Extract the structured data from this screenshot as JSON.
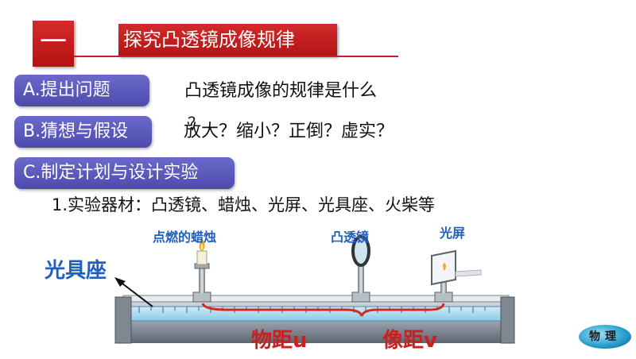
{
  "section": {
    "number": "一",
    "title": "探究凸透镜成像规律"
  },
  "steps": [
    {
      "label": "A.提出问题"
    },
    {
      "label": "B.猜想与假设"
    },
    {
      "label": "C.制定计划与设计实验"
    }
  ],
  "question": "凸透镜成像的规律是什么",
  "question_mark": "？",
  "guess": "放大？缩小？正倒？虚实？",
  "materials": "1.实验器材：凸透镜、蜡烛、光屏、光具座、火柴等",
  "apparatus": {
    "bench_label": "光具座",
    "candle_label": "点燃的蜡烛",
    "lens_label": "凸透镜",
    "screen_label": "光屏",
    "object_distance": "物距u",
    "image_distance": "像距v"
  },
  "logo_text": "物理"
}
